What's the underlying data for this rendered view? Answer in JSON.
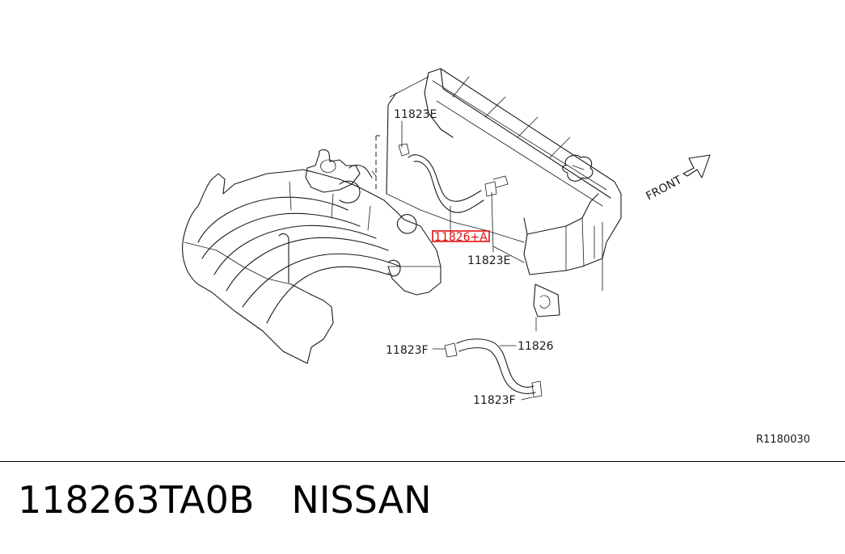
{
  "diagram": {
    "labels": {
      "clamp_e_top": "11823E",
      "hose_highlight": "11826+A",
      "clamp_e_mid": "11823E",
      "clamp_f_left": "11823F",
      "hose_lower": "11826",
      "clamp_f_bottom": "11823F",
      "front": "FRONT",
      "ref_code": "R1180030"
    },
    "highlight_color": "#e01010"
  },
  "footer": {
    "part_number": "118263TA0B",
    "brand": "NISSAN"
  }
}
